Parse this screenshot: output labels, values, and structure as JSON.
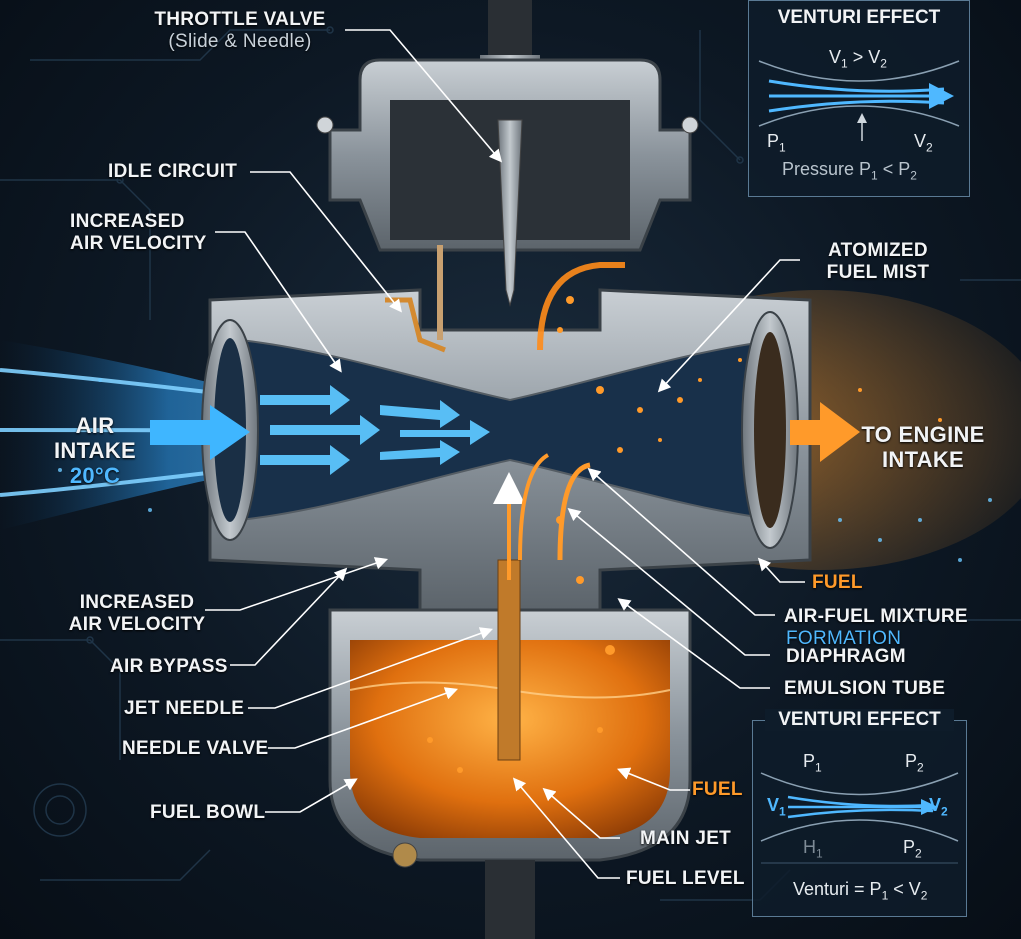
{
  "labels": {
    "throttle_valve": "THROTTLE VALVE",
    "throttle_valve_sub": "(Slide & Needle)",
    "idle_circuit": "IDLE CIRCUIT",
    "increased_air_velocity_top_1": "INCREASED",
    "increased_air_velocity_top_2": "AIR VELOCITY",
    "air_intake_1": "AIR",
    "air_intake_2": "INTAKE",
    "air_intake_temp": "20°C",
    "increased_air_velocity_bottom_1": "INCREASED",
    "increased_air_velocity_bottom_2": "AIR VELOCITY",
    "air_bypass": "AIR BYPASS",
    "jet_needle": "JET NEEDLE",
    "needle_valve": "NEEDLE VALVE",
    "fuel_bowl": "FUEL BOWL",
    "atomized_fuel_mist_1": "ATOMIZED",
    "atomized_fuel_mist_2": "FUEL MIST",
    "to_engine_intake_1": "TO ENGINE",
    "to_engine_intake_2": "INTAKE",
    "fuel_right": "FUEL",
    "air_fuel_mixture": "AIR-FUEL MIXTURE",
    "formation": "FORMATION",
    "diaphragm": "DIAPHRAGM",
    "emulsion_tube": "EMULSION TUBE",
    "fuel_bowl_side": "FUEL",
    "main_jet": "MAIN JET",
    "fuel_level": "FUEL LEVEL"
  },
  "venturi_top": {
    "title": "VENTURI EFFECT",
    "v_relation": "V",
    "v1": "1",
    "v_op": " > V",
    "v2": "2",
    "p1_label": "P",
    "p1_sub": "1",
    "v2_label": "V",
    "v2_sub": "2",
    "pressure_text": "Pressure P",
    "pressure_sub1": "1",
    "pressure_op": " < P",
    "pressure_sub2": "2"
  },
  "venturi_bottom": {
    "title": "VENTURI EFFECT",
    "p1": "P",
    "p1_sub": "1",
    "p2": "P",
    "p2_sub": "2",
    "v1": "V",
    "v1_sub": "1",
    "v2": "V",
    "v2_sub": "2",
    "h1": "H",
    "h1_sub": "1",
    "p2b": "P",
    "p2b_sub": "2",
    "formula": "Venturi = P",
    "formula_sub1": "1",
    "formula_op": " < V",
    "formula_sub2": "2"
  },
  "colors": {
    "air": "#3fb6ff",
    "fuel": "#ff8c1a",
    "metal": "#8d969e",
    "background": "#0d1824"
  }
}
